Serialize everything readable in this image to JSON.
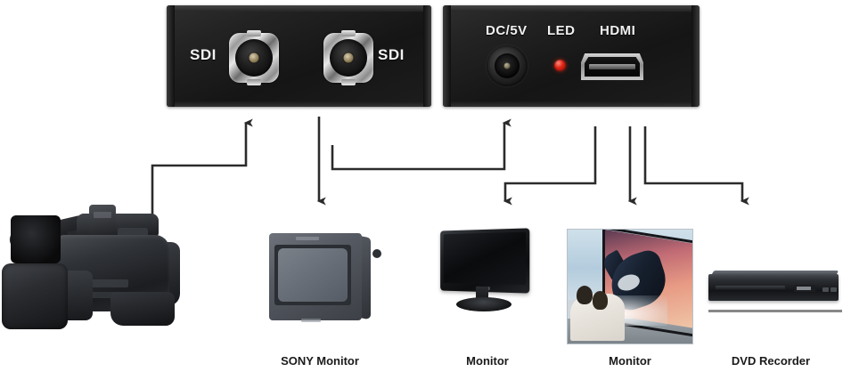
{
  "diagram": {
    "title": "SDI to HDMI converter connection diagram",
    "line_color": "#2b2b2b",
    "background": "#ffffff"
  },
  "devices": {
    "sdi_panel": {
      "name": "SDI panel",
      "body_color": "#1b1b1b",
      "labels": {
        "left": "SDI",
        "right": "SDI"
      },
      "ports": [
        {
          "name": "sdi-input-connector",
          "type": "BNC"
        },
        {
          "name": "sdi-output-connector",
          "type": "BNC"
        }
      ]
    },
    "hdmi_panel": {
      "name": "HDMI panel",
      "body_color": "#1b1b1b",
      "labels": {
        "power": "DC/5V",
        "led": "LED",
        "hdmi": "HDMI"
      },
      "led_color": "#e02516",
      "ports": [
        {
          "name": "dc-power-jack",
          "type": "DC barrel"
        },
        {
          "name": "status-led",
          "type": "LED"
        },
        {
          "name": "hdmi-output-port",
          "type": "HDMI"
        }
      ]
    }
  },
  "equipment": [
    {
      "id": "camcorder",
      "caption": ""
    },
    {
      "id": "sony-monitor",
      "caption": "SONY Monitor"
    },
    {
      "id": "lcd-monitor",
      "caption": "Monitor"
    },
    {
      "id": "tv-3d-monitor",
      "caption": "Monitor"
    },
    {
      "id": "dvd-recorder",
      "caption": "DVD Recorder"
    }
  ],
  "captions": {
    "sony_monitor": "SONY Monitor",
    "monitor_2": "Monitor",
    "monitor_3": "Monitor",
    "dvd_recorder": "DVD Recorder"
  },
  "connections": [
    {
      "from": "camcorder",
      "to": "sdi-input-connector",
      "direction": "up"
    },
    {
      "from": "sdi-output-connector",
      "to": "sony-monitor",
      "direction": "down"
    },
    {
      "from": "sony-monitor-branch",
      "to": "hdmi-panel",
      "direction": "up"
    },
    {
      "from": "hdmi-output-port",
      "to": "lcd-monitor",
      "direction": "down"
    },
    {
      "from": "hdmi-output-port",
      "to": "tv-3d-monitor",
      "direction": "down"
    },
    {
      "from": "hdmi-output-port",
      "to": "dvd-recorder",
      "direction": "down"
    }
  ]
}
